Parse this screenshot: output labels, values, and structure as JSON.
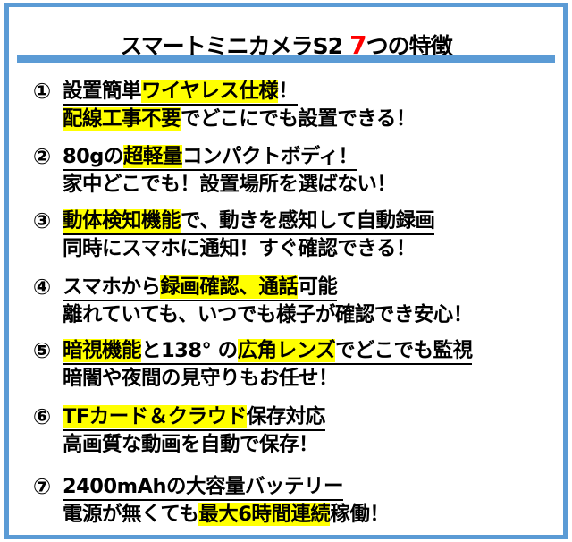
{
  "title": {
    "main": "スマートミニカメラS2",
    "accent": "7",
    "suffix": "つの特徴",
    "accent_color": "#ff0000"
  },
  "colors": {
    "frame": "#5b9bd5",
    "highlight": "#ffff00"
  },
  "items": [
    {
      "num": "①",
      "lines": [
        [
          {
            "t": "設置簡単",
            "h": false
          },
          {
            "t": "ワイヤレス仕様",
            "h": true
          },
          {
            "t": "！",
            "h": false
          }
        ],
        [
          {
            "t": "配線工事不要",
            "h": true
          },
          {
            "t": "でどこにでも設置できる！",
            "h": false
          }
        ]
      ]
    },
    {
      "num": "②",
      "lines": [
        [
          {
            "t": "80gの",
            "h": false
          },
          {
            "t": "超軽量",
            "h": true
          },
          {
            "t": "コンパクトボディ！",
            "h": false
          }
        ],
        [
          {
            "t": "家中どこでも！設置場所を選ばない！",
            "h": false
          }
        ]
      ]
    },
    {
      "num": "③",
      "lines": [
        [
          {
            "t": "動体検知機能",
            "h": true
          },
          {
            "t": "で、動きを感知して自動録画",
            "h": false
          }
        ],
        [
          {
            "t": "同時にスマホに通知！すぐ確認できる！",
            "h": false
          }
        ]
      ]
    },
    {
      "num": "④",
      "lines": [
        [
          {
            "t": "スマホから",
            "h": false
          },
          {
            "t": "録画確認、通話",
            "h": true
          },
          {
            "t": "可能",
            "h": false
          }
        ],
        [
          {
            "t": "離れていても、いつでも様子が確認でき安心！",
            "h": false
          }
        ]
      ]
    },
    {
      "num": "⑤",
      "lines": [
        [
          {
            "t": "暗視機能",
            "h": true
          },
          {
            "t": "と138° の",
            "h": false
          },
          {
            "t": "広角レンズ",
            "h": true
          },
          {
            "t": "でどこでも監視",
            "h": false
          }
        ],
        [
          {
            "t": "暗闇や夜間の見守りもお任せ！",
            "h": false
          }
        ]
      ]
    },
    {
      "num": "⑥",
      "lines": [
        [
          {
            "t": "TFカード＆クラウド",
            "h": true
          },
          {
            "t": "保存対応",
            "h": false
          }
        ],
        [
          {
            "t": "高画質な動画を自動で保存！",
            "h": false
          }
        ]
      ]
    },
    {
      "num": "⑦",
      "lines": [
        [
          {
            "t": "2400mAhの大容量バッテリー",
            "h": false
          }
        ],
        [
          {
            "t": "電源が無くても",
            "h": false
          },
          {
            "t": "最大6時間連続",
            "h": true
          },
          {
            "t": "稼働！",
            "h": false
          }
        ]
      ]
    }
  ]
}
